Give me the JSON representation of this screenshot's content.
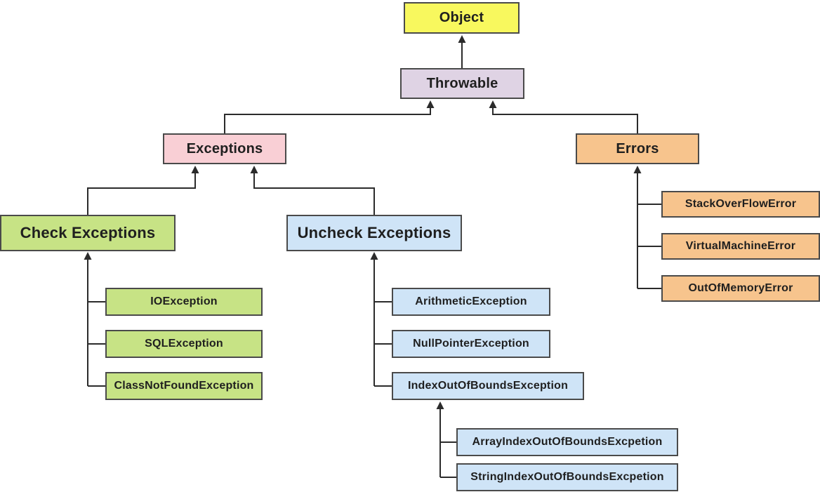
{
  "diagram": {
    "type": "hierarchy-flowchart",
    "nodes": {
      "object": {
        "label": "Object"
      },
      "throwable": {
        "label": "Throwable"
      },
      "exceptions": {
        "label": "Exceptions"
      },
      "errors": {
        "label": "Errors"
      },
      "check_exceptions": {
        "label": "Check Exceptions"
      },
      "uncheck_exceptions": {
        "label": "Uncheck Exceptions"
      },
      "io_exception": {
        "label": "IOException"
      },
      "sql_exception": {
        "label": "SQLException"
      },
      "class_not_found_exception": {
        "label": "ClassNotFoundException"
      },
      "arithmetic_exception": {
        "label": "ArithmeticException"
      },
      "null_pointer_exception": {
        "label": "NullPointerException"
      },
      "index_out_of_bounds_exception": {
        "label": "IndexOutOfBoundsException"
      },
      "array_index_out_of_bounds": {
        "label": "ArrayIndexOutOfBoundsExcpetion"
      },
      "string_index_out_of_bounds": {
        "label": "StringIndexOutOfBoundsExcpetion"
      },
      "stack_overflow_error": {
        "label": "StackOverFlowError"
      },
      "virtual_machine_error": {
        "label": "VirtualMachineError"
      },
      "out_of_memory_error": {
        "label": "OutOfMemoryError"
      }
    },
    "edges": [
      {
        "child": "Throwable",
        "parent": "Object"
      },
      {
        "child": "Exceptions",
        "parent": "Throwable"
      },
      {
        "child": "Errors",
        "parent": "Throwable"
      },
      {
        "child": "Check Exceptions",
        "parent": "Exceptions"
      },
      {
        "child": "Uncheck Exceptions",
        "parent": "Exceptions"
      },
      {
        "child": "IOException",
        "parent": "Check Exceptions"
      },
      {
        "child": "SQLException",
        "parent": "Check Exceptions"
      },
      {
        "child": "ClassNotFoundException",
        "parent": "Check Exceptions"
      },
      {
        "child": "ArithmeticException",
        "parent": "Uncheck Exceptions"
      },
      {
        "child": "NullPointerException",
        "parent": "Uncheck Exceptions"
      },
      {
        "child": "IndexOutOfBoundsException",
        "parent": "Uncheck Exceptions"
      },
      {
        "child": "ArrayIndexOutOfBoundsExcpetion",
        "parent": "IndexOutOfBoundsException"
      },
      {
        "child": "StringIndexOutOfBoundsExcpetion",
        "parent": "IndexOutOfBoundsException"
      },
      {
        "child": "StackOverFlowError",
        "parent": "Errors"
      },
      {
        "child": "VirtualMachineError",
        "parent": "Errors"
      },
      {
        "child": "OutOfMemoryError",
        "parent": "Errors"
      }
    ],
    "colors": {
      "object_fill": "#F8F85E",
      "throwable_fill": "#DFD3E4",
      "exceptions_fill": "#F9CFD5",
      "errors_fill": "#F7C48D",
      "checked_branch_fill": "#C7E385",
      "unchecked_branch_fill": "#CFE4F7",
      "node_border": "#4a4a4a",
      "connector": "#2b2b2b",
      "text": "#1f1f1f",
      "background": "#FFFFFF"
    }
  }
}
